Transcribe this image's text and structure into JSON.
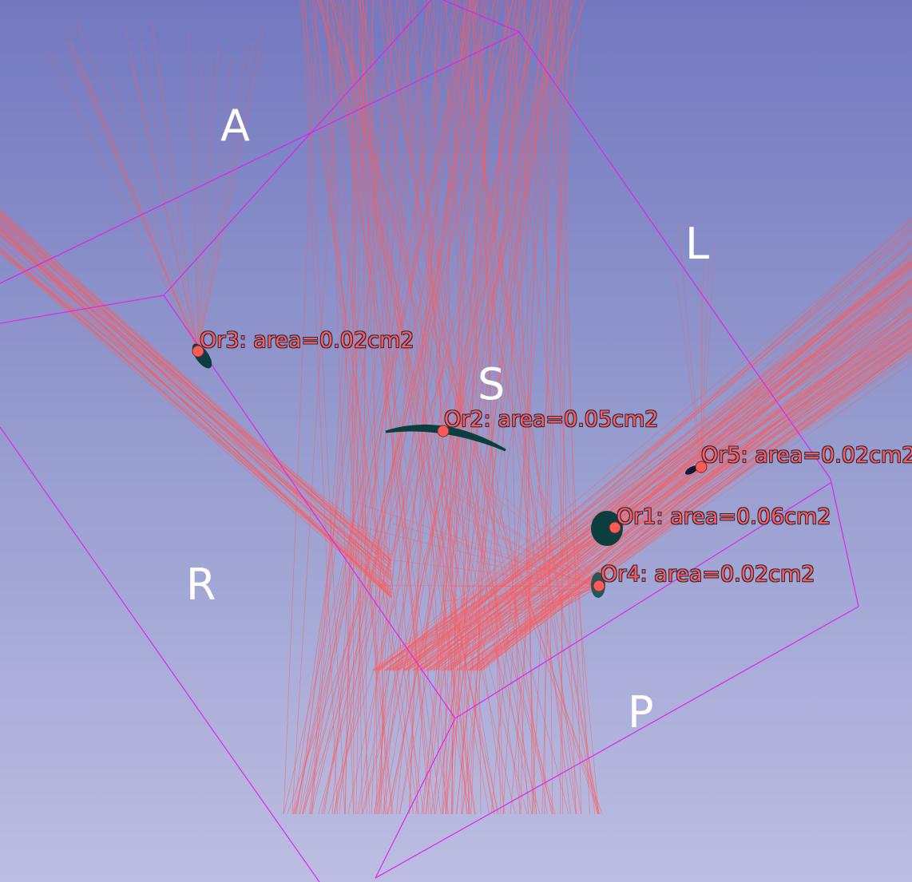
{
  "viewer": {
    "background_top": "#7378c0",
    "background_bottom": "#bcbde2",
    "bounding_box_color": "#e020f0",
    "ray_color": "#ff5a5a",
    "marker_color": "#ff5a5a",
    "surface_colors": [
      "#0b3f3f",
      "#141632",
      "#1e5a5a"
    ]
  },
  "orientation_labels": {
    "anterior": "A",
    "left": "L",
    "superior": "S",
    "right": "R",
    "posterior": "P"
  },
  "markups": [
    {
      "id": "or1",
      "text": "Or1: area=0.06cm2"
    },
    {
      "id": "or2",
      "text": "Or2: area=0.05cm2"
    },
    {
      "id": "or3",
      "text": "Or3: area=0.02cm2"
    },
    {
      "id": "or4",
      "text": "Or4: area=0.02cm2"
    },
    {
      "id": "or5",
      "text": "Or5: area=0.02cm2"
    }
  ]
}
